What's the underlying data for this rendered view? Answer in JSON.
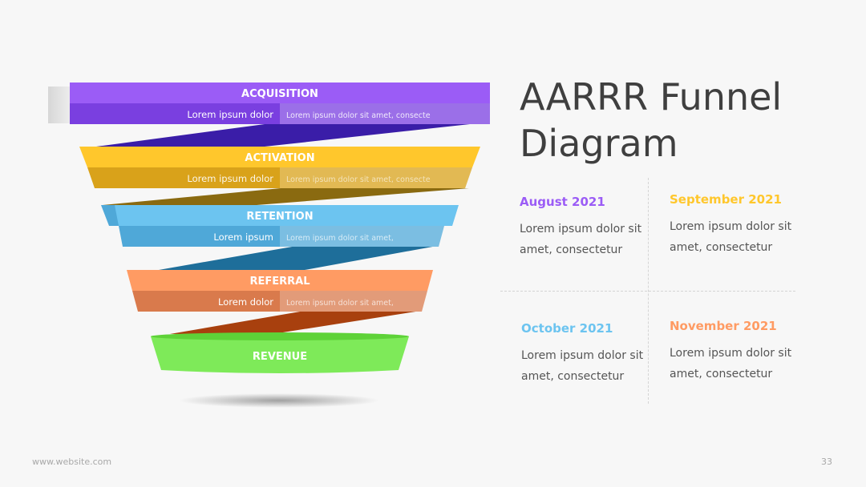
{
  "title_line1": "AARRR Funnel",
  "title_line2": "Diagram",
  "stages": [
    {
      "name": "ACQUISITION",
      "label": "Lorem ipsum dolor",
      "note": "Lorem ipsum dolor sit amet, consecte",
      "color": "#9B5CF6",
      "shade": "#7A3FE0",
      "band": "#3A1DA8"
    },
    {
      "name": "ACTIVATION",
      "label": "Lorem ipsum dolor",
      "note": "Lorem ipsum dolor sit amet, consecte",
      "color": "#FFC72C",
      "shade": "#D9A21A",
      "band": "#8A6A10"
    },
    {
      "name": "RETENTION",
      "label": "Lorem ipsum",
      "note": "Lorem ipsum dolor sit amet,",
      "color": "#6CC4F0",
      "shade": "#4FA8D8",
      "band": "#1E6E9A"
    },
    {
      "name": "REFERRAL",
      "label": "Lorem dolor",
      "note": "Lorem ipsum dolor sit amet,",
      "color": "#FF9B63",
      "shade": "#D97A4C",
      "band": "#A8400E"
    },
    {
      "name": "REVENUE",
      "color": "#7EEA59",
      "shade": "#5ED238"
    }
  ],
  "timeline": [
    {
      "date": "August 2021",
      "desc": "Lorem ipsum dolor sit amet, consectetur",
      "color": "#9B5CF6"
    },
    {
      "date": "September 2021",
      "desc": "Lorem ipsum dolor sit amet, consectetur",
      "color": "#FFC72C"
    },
    {
      "date": "October 2021",
      "desc": "Lorem ipsum dolor sit amet, consectetur",
      "color": "#6CC4F0"
    },
    {
      "date": "November 2021",
      "desc": "Lorem ipsum dolor sit amet, consectetur",
      "color": "#FF9B63"
    }
  ],
  "footer": {
    "website": "www.website.com",
    "page": "33"
  }
}
